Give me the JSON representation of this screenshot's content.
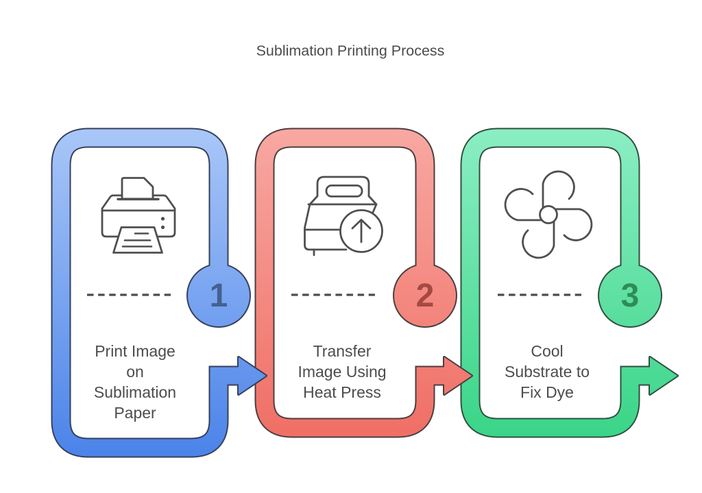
{
  "title": "Sublimation Printing Process",
  "background": "#ffffff",
  "text_color": "#4c4c4c",
  "icon_stroke": "#4f4f4f",
  "dash_color": "#4b4b4b",
  "steps": [
    {
      "number": "1",
      "icon": "printer-icon",
      "label_lines": [
        "Print Image",
        "on",
        "Sublimation",
        "Paper"
      ],
      "colors": {
        "band_top": "#a9c7f8",
        "band_bottom": "#4b83e9",
        "outline": "#36415a",
        "number": "#44618f"
      }
    },
    {
      "number": "2",
      "icon": "heat-press-icon",
      "label_lines": [
        "Transfer",
        "Image Using",
        "Heat Press"
      ],
      "colors": {
        "band_top": "#f8a8a2",
        "band_bottom": "#ef6b61",
        "outline": "#4a3e40",
        "number": "#a34a42"
      }
    },
    {
      "number": "3",
      "icon": "fan-icon",
      "label_lines": [
        "Cool",
        "Substrate to",
        "Fix Dye"
      ],
      "colors": {
        "band_top": "#8beec3",
        "band_bottom": "#35d384",
        "outline": "#30503f",
        "number": "#2e8c57"
      }
    }
  ]
}
